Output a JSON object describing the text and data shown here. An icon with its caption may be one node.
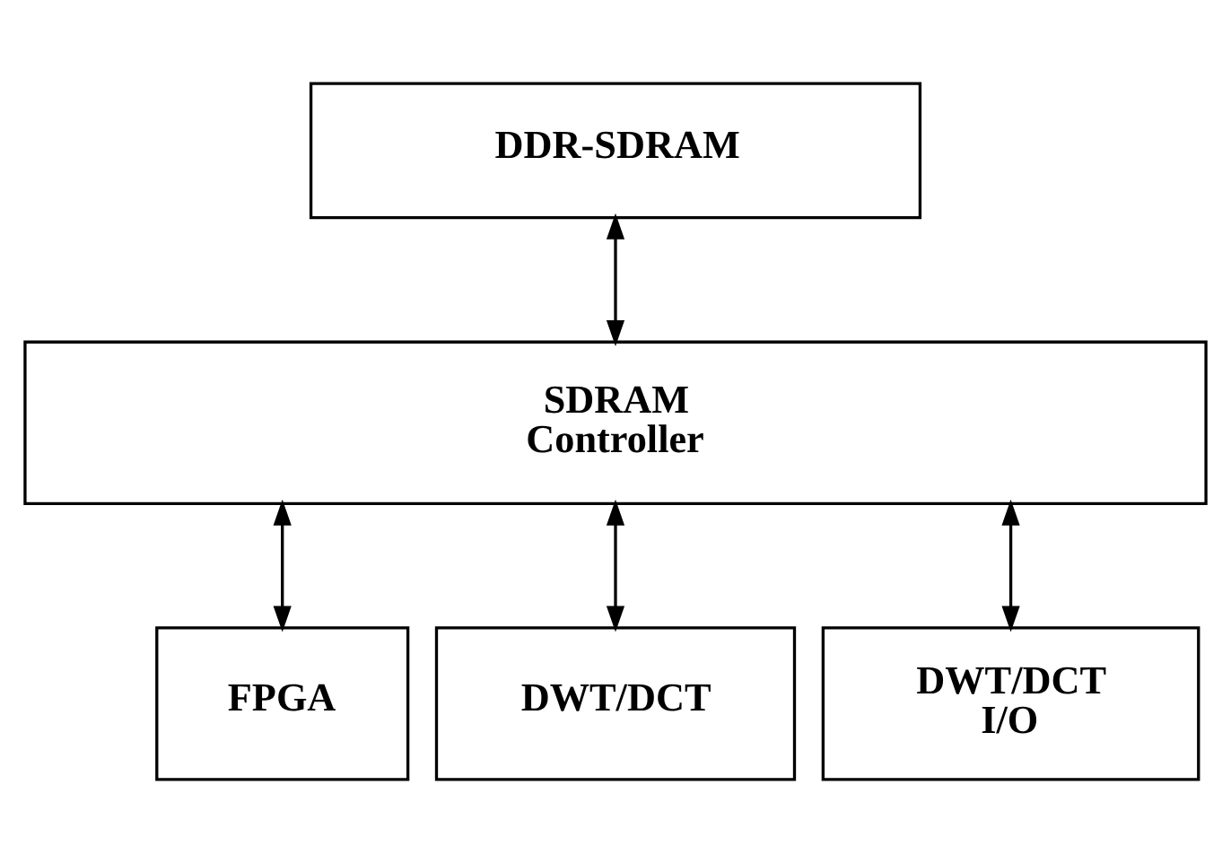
{
  "diagram": {
    "nodes": [
      {
        "text": [
          "DDR-SDRAM"
        ]
      },
      {
        "text": [
          "SDRAM Controller"
        ]
      },
      {
        "text": [
          "FPGA"
        ]
      },
      {
        "text": [
          "DWT/DCT"
        ]
      },
      {
        "text": [
          "DWT/DCT I/O"
        ]
      }
    ],
    "edges": [
      {
        "from": 0,
        "to": 1,
        "arrow": "both"
      },
      {
        "from": 1,
        "to": 2,
        "arrow": "both"
      },
      {
        "from": 1,
        "to": 3,
        "arrow": "both"
      },
      {
        "from": 1,
        "to": 4,
        "arrow": "both"
      }
    ]
  }
}
